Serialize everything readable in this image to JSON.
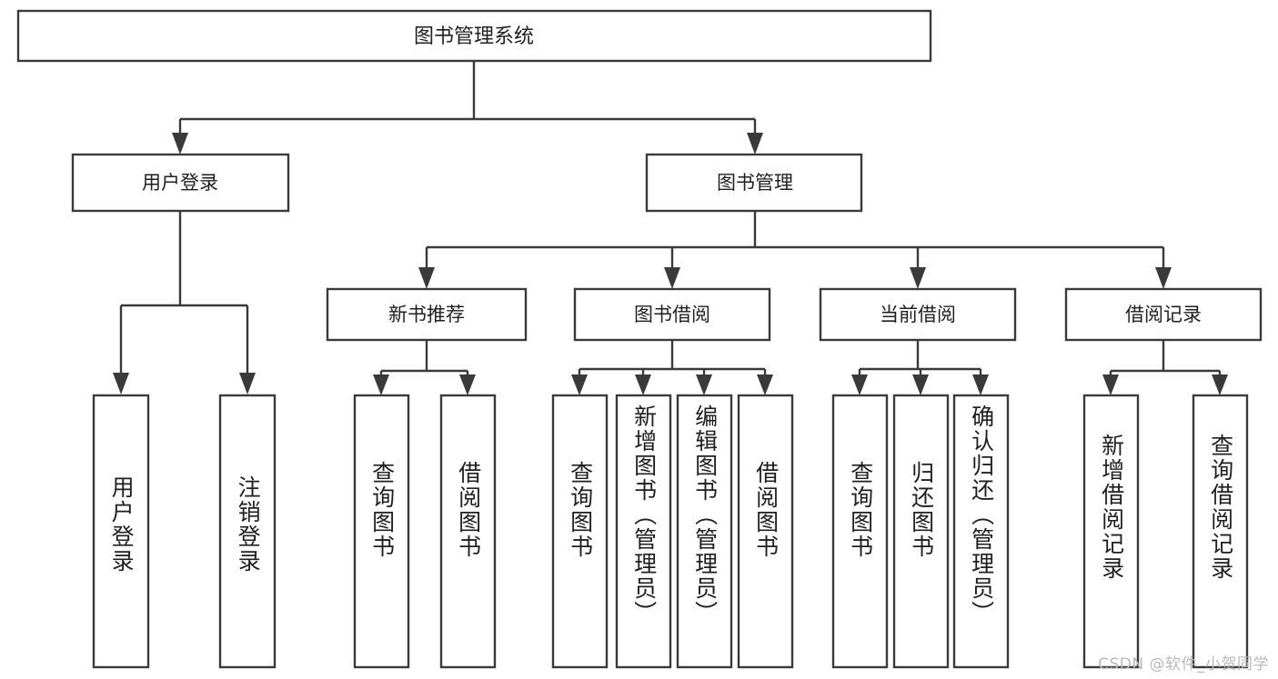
{
  "diagram": {
    "type": "tree",
    "title": "图书管理系统",
    "orientation": "top-down",
    "colors": {
      "box_stroke": "#3a3a3a",
      "box_fill": "#ffffff",
      "text": "#1f1f1f",
      "background": "#ffffff",
      "watermark": "#b9b9b9"
    }
  },
  "root": {
    "label": "图书管理系统"
  },
  "level2": {
    "user_login": {
      "label": "用户登录"
    },
    "book_manage": {
      "label": "图书管理"
    }
  },
  "level3": {
    "new_book_rec": {
      "label": "新书推荐"
    },
    "book_borrow": {
      "label": "图书借阅"
    },
    "current_borrow": {
      "label": "当前借阅"
    },
    "borrow_record": {
      "label": "借阅记录"
    }
  },
  "leaves": {
    "user_login": [
      {
        "label": "用户登录"
      },
      {
        "label": "注销登录"
      }
    ],
    "new_book_rec": [
      {
        "label": "查询图书"
      },
      {
        "label": "借阅图书"
      }
    ],
    "book_borrow": [
      {
        "label": "查询图书"
      },
      {
        "label": "新增图书（管理员）"
      },
      {
        "label": "编辑图书（管理员）"
      },
      {
        "label": "借阅图书"
      }
    ],
    "current_borrow": [
      {
        "label": "查询图书"
      },
      {
        "label": "归还图书"
      },
      {
        "label": "确认归还（管理员）"
      }
    ],
    "borrow_record": [
      {
        "label": "新增借阅记录"
      },
      {
        "label": "查询借阅记录"
      }
    ]
  },
  "watermark": {
    "text": "CSDN @软件_小贺同学"
  }
}
